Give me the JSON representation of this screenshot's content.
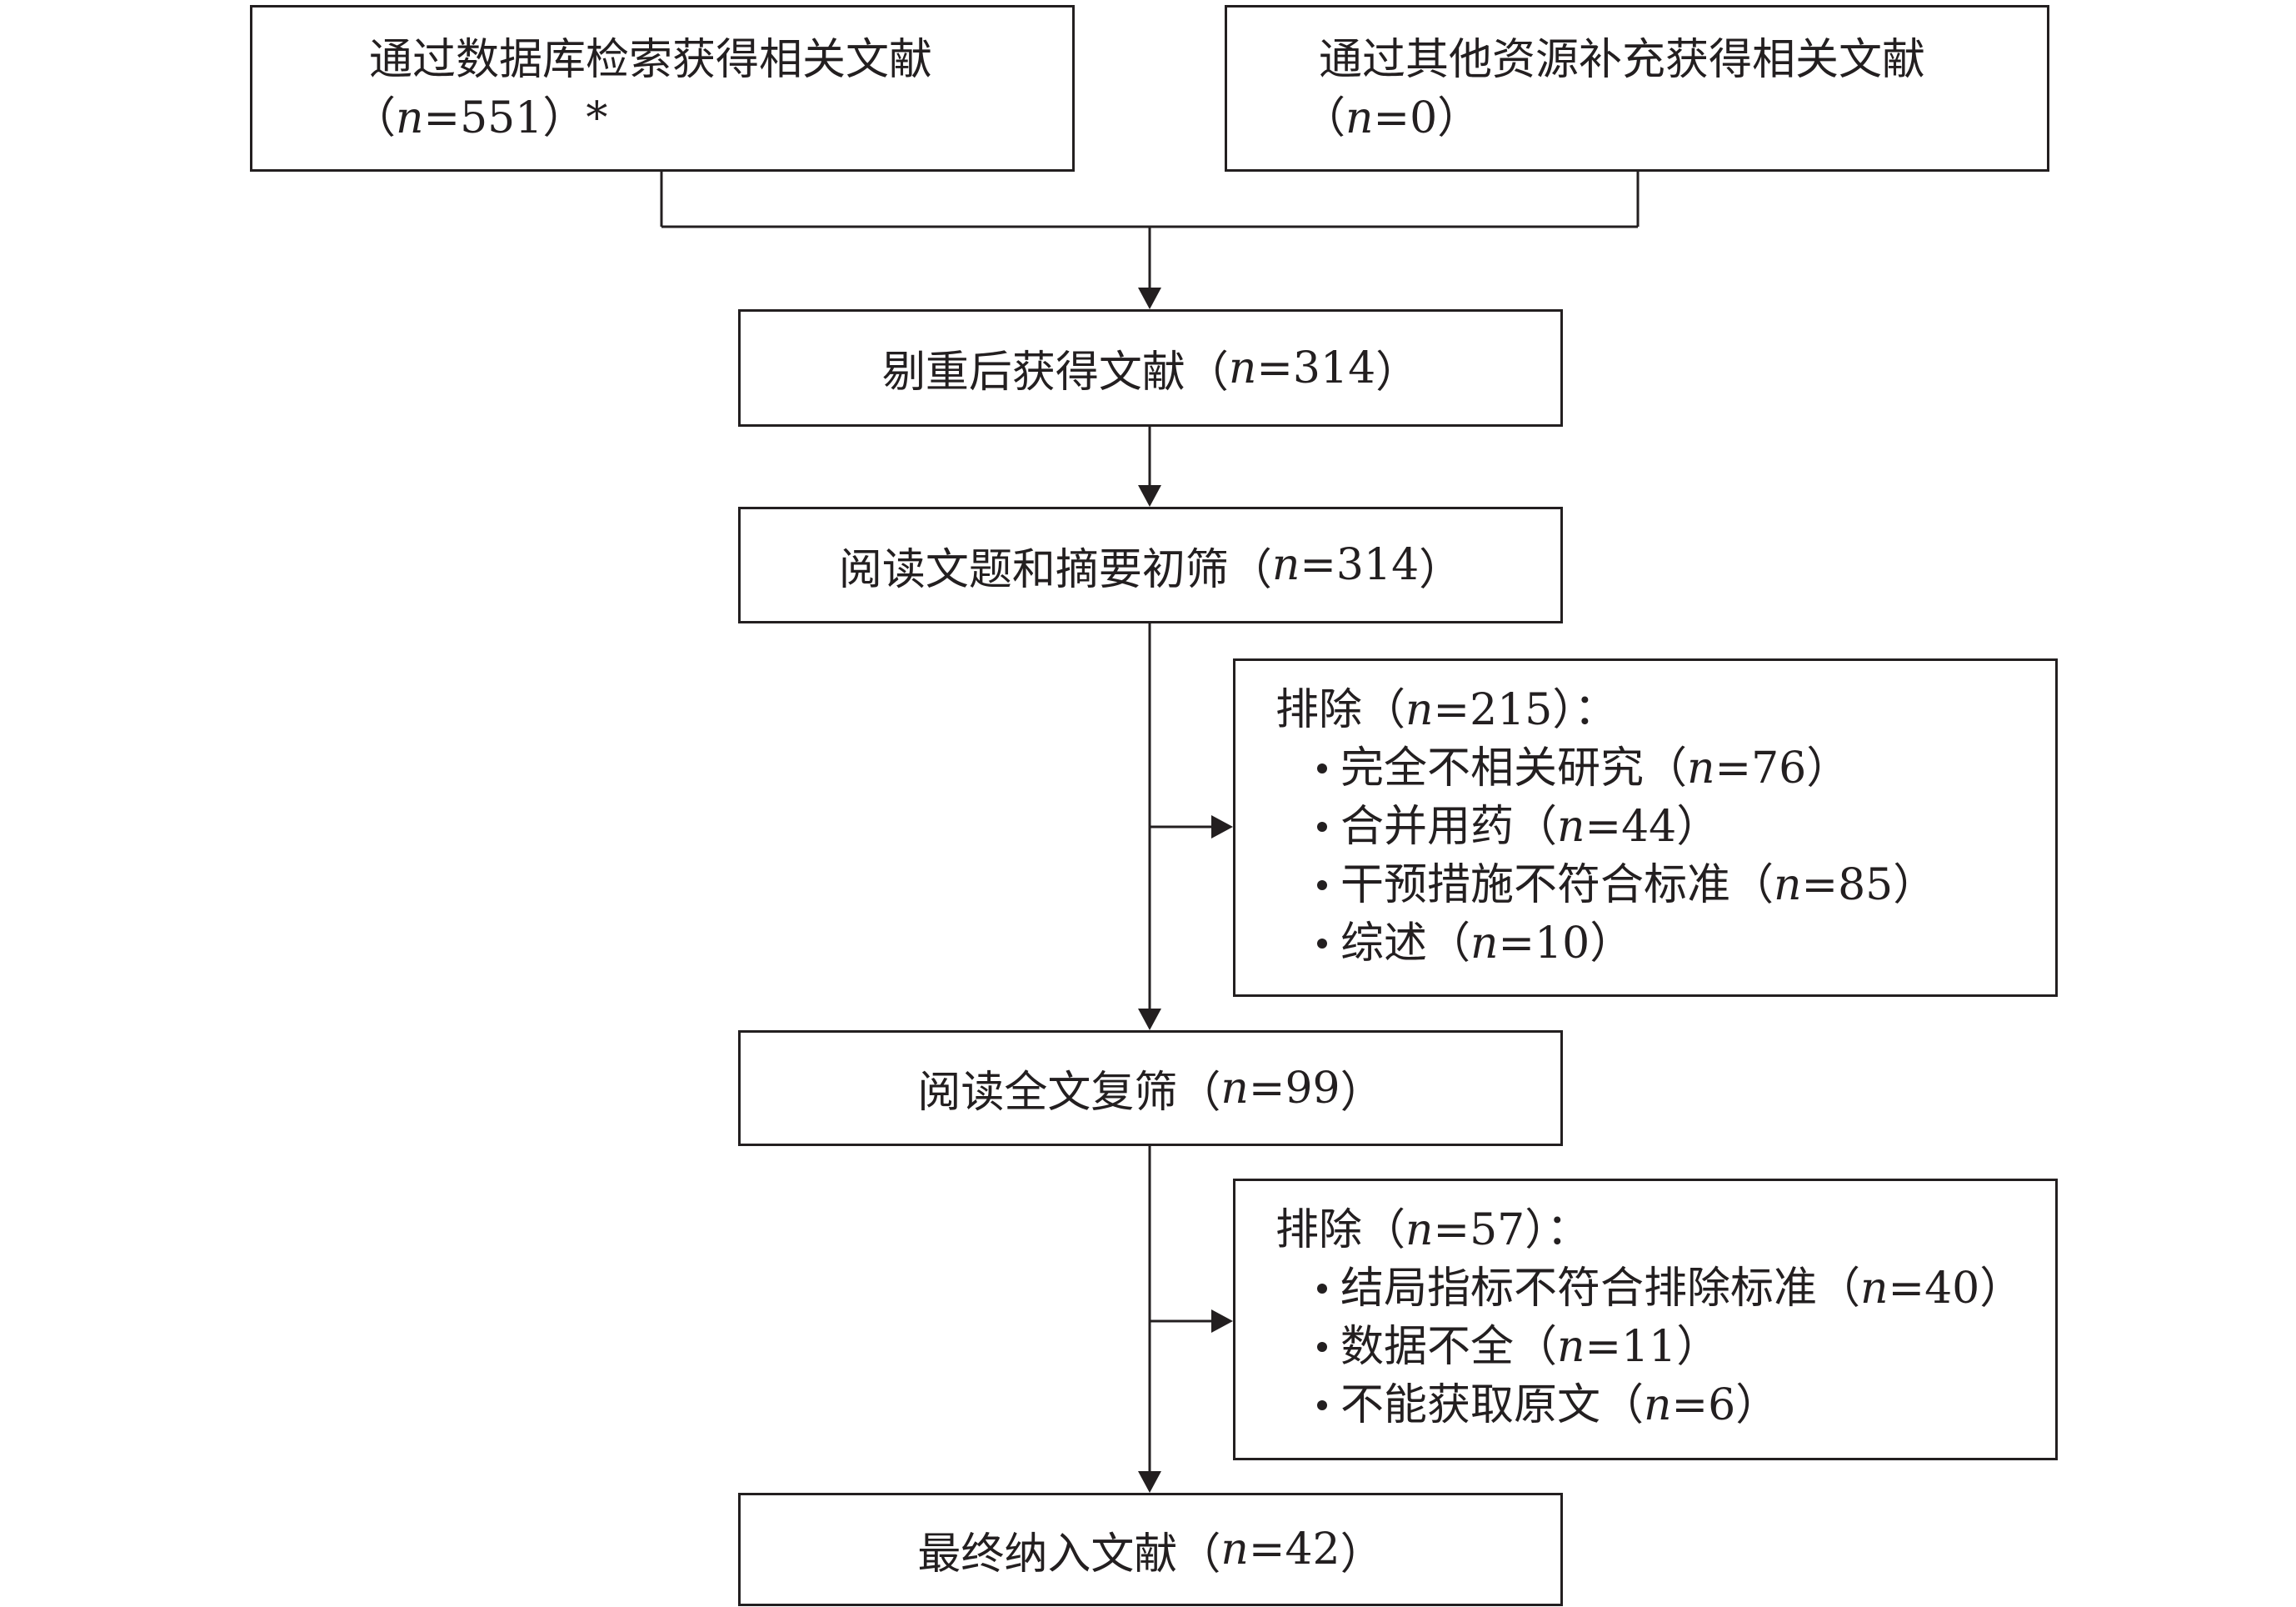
{
  "sources": {
    "database": {
      "line1": "通过数据库检索获得相关文献",
      "count_pre": "（",
      "n": "n",
      "count": "=551",
      "count_post": "）*"
    },
    "other": {
      "line1": "通过其他资源补充获得相关文献",
      "count_pre": "（",
      "n": "n",
      "count": "=0",
      "count_post": "）"
    }
  },
  "steps": {
    "dedup": {
      "label": "剔重后获得文献",
      "pre": "（",
      "n": "n",
      "count": "=314",
      "post": "）"
    },
    "title_abstract": {
      "label": "阅读文题和摘要初筛",
      "pre": "（",
      "n": "n",
      "count": "=314",
      "post": "）"
    },
    "fulltext": {
      "label": "阅读全文复筛",
      "pre": "（",
      "n": "n",
      "count": "=99",
      "post": "）"
    },
    "final": {
      "label": "最终纳入文献",
      "pre": "（",
      "n": "n",
      "count": "=42",
      "post": "）"
    }
  },
  "exclusion1": {
    "title": "排除",
    "pre": "（",
    "n": "n",
    "count": "=215",
    "post": "）：",
    "items": [
      {
        "label": "完全不相关研究",
        "pre": "（",
        "n": "n",
        "count": "=76",
        "post": "）"
      },
      {
        "label": "合并用药",
        "pre": "（",
        "n": "n",
        "count": "=44",
        "post": "）"
      },
      {
        "label": "干预措施不符合标准",
        "pre": "（",
        "n": "n",
        "count": "=85",
        "post": "）"
      },
      {
        "label": "综述",
        "pre": "（",
        "n": "n",
        "count": "=10",
        "post": "）"
      }
    ]
  },
  "exclusion2": {
    "title": "排除",
    "pre": "（",
    "n": "n",
    "count": "=57",
    "post": "）：",
    "items": [
      {
        "label": "结局指标不符合排除标准",
        "pre": "（",
        "n": "n",
        "count": "=40",
        "post": "）"
      },
      {
        "label": "数据不全",
        "pre": "（",
        "n": "n",
        "count": "=11",
        "post": "）"
      },
      {
        "label": "不能获取原文",
        "pre": "（",
        "n": "n",
        "count": "=6",
        "post": "）"
      }
    ]
  }
}
